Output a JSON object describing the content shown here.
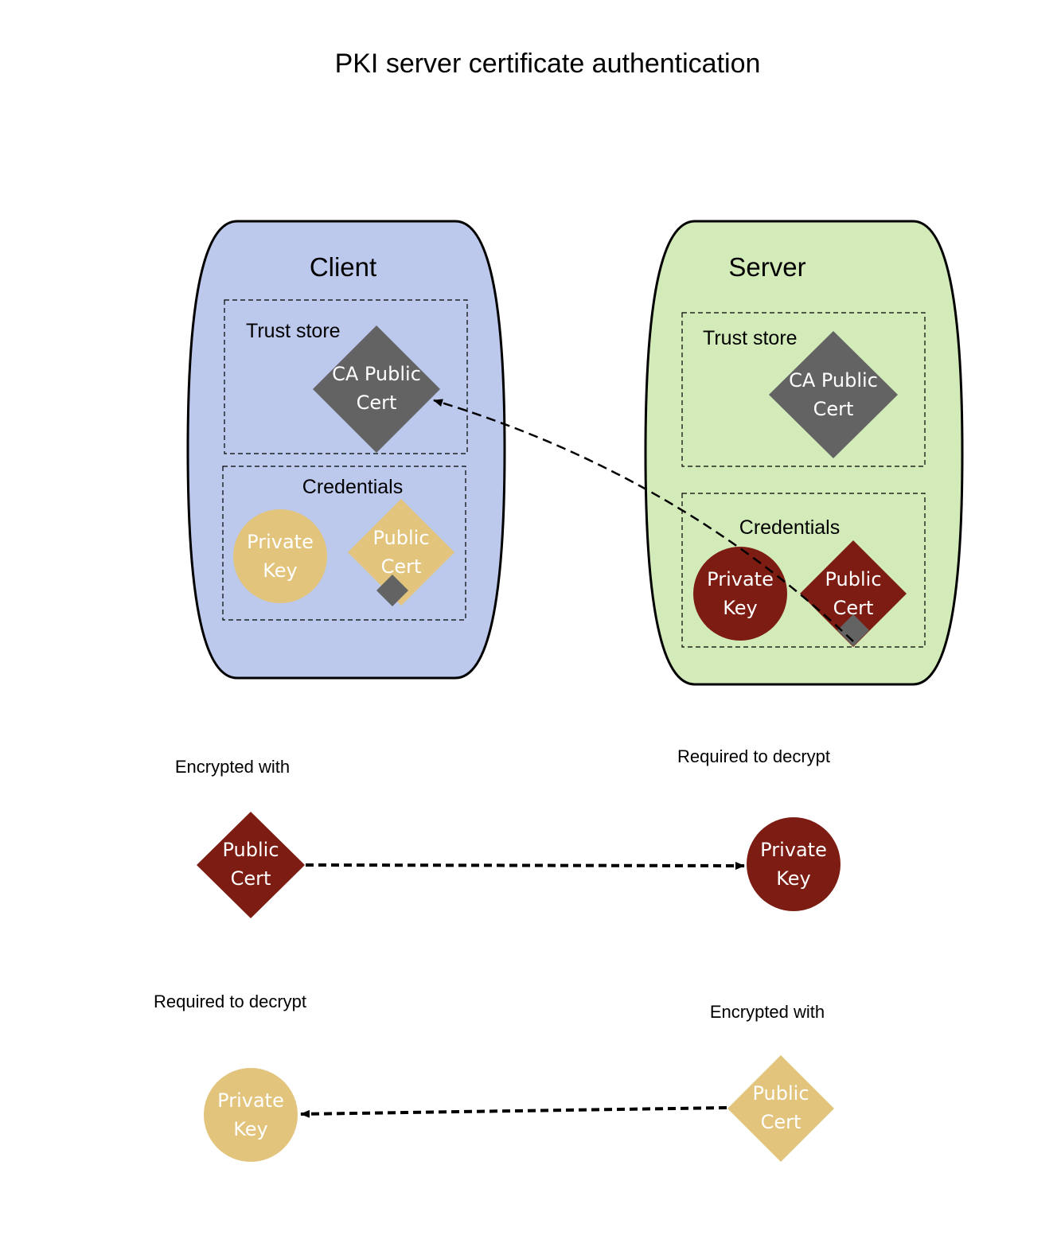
{
  "title": "PKI server certificate authentication",
  "colors": {
    "client_bg": "#bcc8ec",
    "server_bg": "#d2ebb8",
    "ca_gray": "#636363",
    "client_tan": "#e2c47c",
    "server_maroon": "#7c1c12"
  },
  "client": {
    "title": "Client",
    "trust_store": {
      "label": "Trust store",
      "ca_cert": {
        "line1": "CA Public",
        "line2": "Cert"
      }
    },
    "credentials": {
      "label": "Credentials",
      "private_key": {
        "line1": "Private",
        "line2": "Key"
      },
      "public_cert": {
        "line1": "Public",
        "line2": "Cert"
      }
    }
  },
  "server": {
    "title": "Server",
    "trust_store": {
      "label": "Trust store",
      "ca_cert": {
        "line1": "CA Public",
        "line2": "Cert"
      }
    },
    "credentials": {
      "label": "Credentials",
      "private_key": {
        "line1": "Private",
        "line2": "Key"
      },
      "public_cert": {
        "line1": "Public",
        "line2": "Cert"
      }
    }
  },
  "legend": {
    "row1": {
      "left_caption": "Encrypted with",
      "right_caption": "Required to decrypt",
      "left_shape": {
        "line1": "Public",
        "line2": "Cert"
      },
      "right_shape": {
        "line1": "Private",
        "line2": "Key"
      }
    },
    "row2": {
      "left_caption": "Required to decrypt",
      "right_caption": "Encrypted with",
      "left_shape": {
        "line1": "Private",
        "line2": "Key"
      },
      "right_shape": {
        "line1": "Public",
        "line2": "Cert"
      }
    }
  }
}
